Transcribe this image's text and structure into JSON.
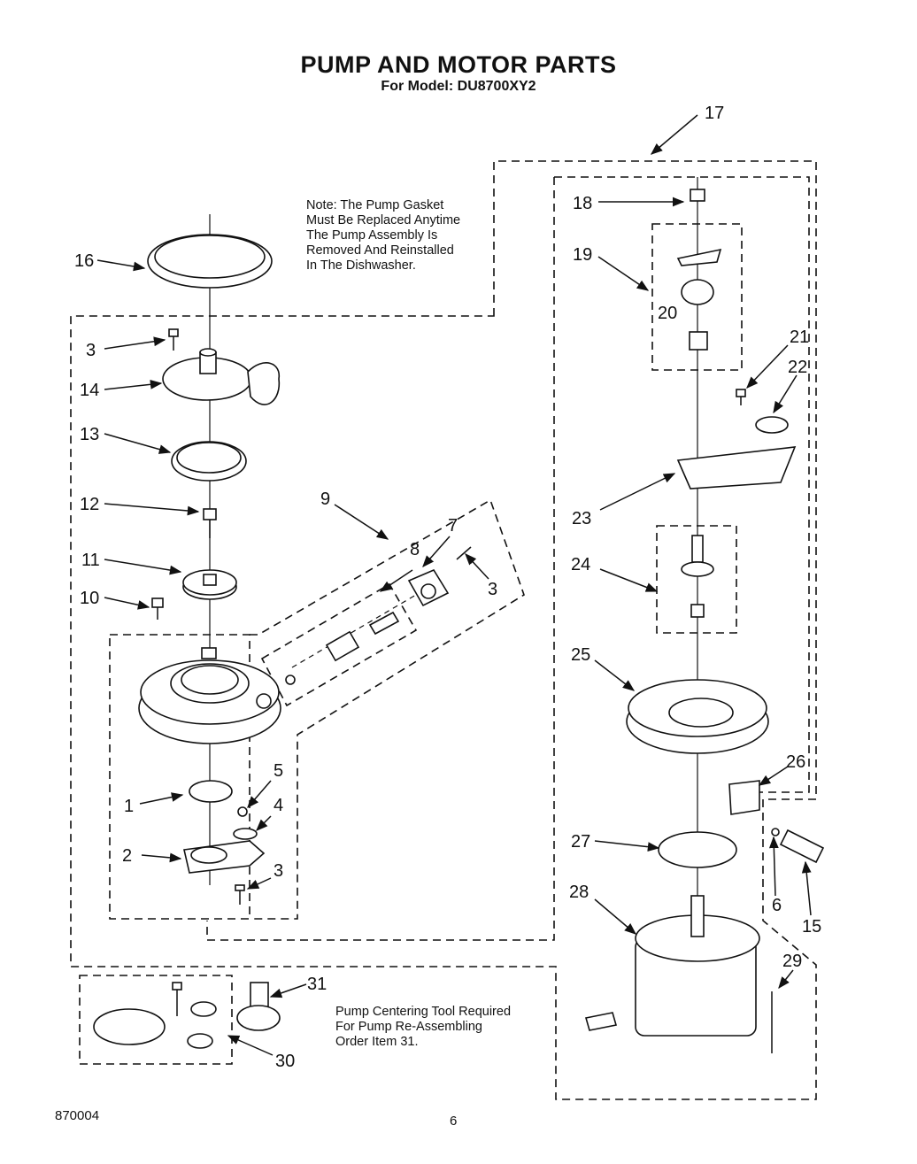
{
  "header": {
    "title": "PUMP AND MOTOR PARTS",
    "model": "For Model: DU8700XY2"
  },
  "notes": {
    "gasket": [
      "Note: The Pump Gasket",
      "Must Be Replaced Anytime",
      "The Pump Assembly Is",
      "Removed And Reinstalled",
      "In The Dishwasher."
    ],
    "centering_tool": [
      "Pump Centering Tool Required",
      "For Pump Re-Assembling",
      "Order Item 31."
    ]
  },
  "callouts": {
    "c1": "1",
    "c2": "2",
    "c3a": "3",
    "c3b": "3",
    "c3c": "3",
    "c4": "4",
    "c5": "5",
    "c6": "6",
    "c7": "7",
    "c8": "8",
    "c9": "9",
    "c10": "10",
    "c11": "11",
    "c12": "12",
    "c13": "13",
    "c14": "14",
    "c15": "15",
    "c16": "16",
    "c17": "17",
    "c18": "18",
    "c19": "19",
    "c20": "20",
    "c21": "21",
    "c22": "22",
    "c23": "23",
    "c24": "24",
    "c25": "25",
    "c26": "26",
    "c27": "27",
    "c28": "28",
    "c29": "29",
    "c30": "30",
    "c31": "31"
  },
  "footer": {
    "code": "870004",
    "page": "6"
  }
}
